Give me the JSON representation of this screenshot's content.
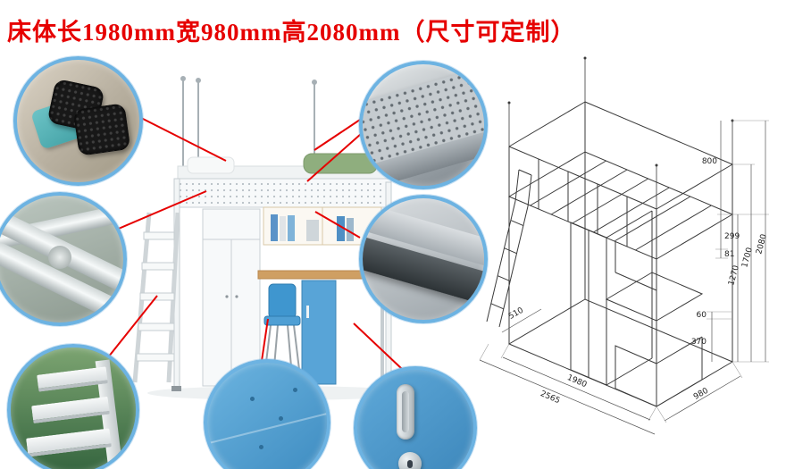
{
  "title": "床体长1980mm宽980mm高2080mm（尺寸可定制）",
  "colors": {
    "accent_red": "#e60000",
    "circle_border_blue": "#6db3e2",
    "panel_blue": "#4f9fd4"
  },
  "callouts": [
    {
      "name": "plastic-foot-pads"
    },
    {
      "name": "steel-tube-frame"
    },
    {
      "name": "ladder-steps"
    },
    {
      "name": "perforated-steel-panel"
    },
    {
      "name": "steel-beam-connector"
    },
    {
      "name": "blue-panel-surface"
    },
    {
      "name": "handle-and-lock"
    }
  ],
  "diagram": {
    "dims": {
      "d800": "800",
      "d299": "299",
      "d81": "81",
      "d1270": "1270",
      "d1700": "1700",
      "d2080": "2080",
      "d60": "60",
      "d370": "370",
      "d510": "510",
      "d1980": "1980",
      "d2565": "2565",
      "d980": "980"
    }
  }
}
